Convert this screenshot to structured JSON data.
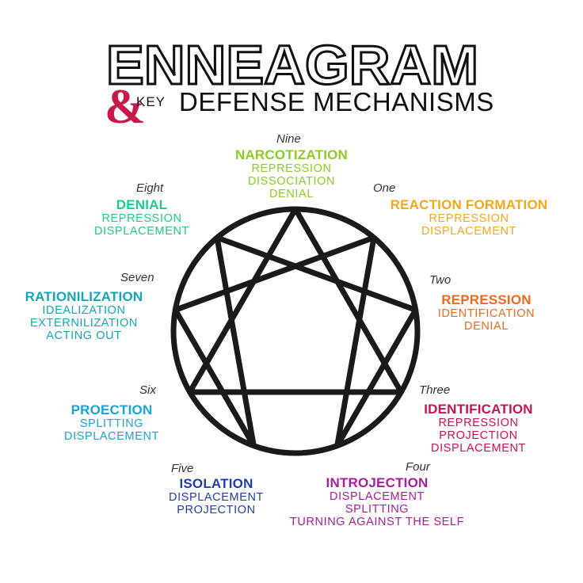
{
  "title": "ENNEAGRAM",
  "ampersand": "&",
  "key_label": "KEY",
  "subtitle": "DEFENSE MECHANISMS",
  "colors": {
    "title_outline": "#111111",
    "ampersand": "#c8194a",
    "figure": "#1a1a1a"
  },
  "types": [
    {
      "number": "Nine",
      "primary": "NARCOTIZATION",
      "secondary": [
        "REPRESSION",
        "DISSOCIATION",
        "DENIAL"
      ],
      "color": "#8ccc24"
    },
    {
      "number": "One",
      "primary": "REACTION FORMATION",
      "secondary": [
        "REPRESSION",
        "DISPLACEMENT"
      ],
      "color": "#f2a81d"
    },
    {
      "number": "Two",
      "primary": "REPRESSION",
      "secondary": [
        "IDENTIFICATION",
        "DENIAL"
      ],
      "color": "#ee6a1c"
    },
    {
      "number": "Three",
      "primary": "IDENTIFICATION",
      "secondary": [
        "REPRESSION",
        "PROJECTION",
        "DISPLACEMENT"
      ],
      "color": "#c5154f"
    },
    {
      "number": "Four",
      "primary": "INTROJECTION",
      "secondary": [
        "DISPLACEMENT",
        "SPLITTING",
        "TURNING AGAINST THE SELF"
      ],
      "color": "#a81d9b"
    },
    {
      "number": "Five",
      "primary": "ISOLATION",
      "secondary": [
        "DISPLACEMENT",
        "PROJECTION"
      ],
      "color": "#1f3fa6"
    },
    {
      "number": "Six",
      "primary": "PROECTION",
      "secondary": [
        "SPLITTING",
        "DISPLACEMENT"
      ],
      "color": "#1aa3d6"
    },
    {
      "number": "Seven",
      "primary": "RATIONILIZATION",
      "secondary": [
        "IDEALIZATION",
        "EXTERNILIZATION",
        "ACTING OUT"
      ],
      "color": "#15a6b6"
    },
    {
      "number": "Eight",
      "primary": "DENIAL",
      "secondary": [
        "REPRESSION",
        "DISPLACEMENT"
      ],
      "color": "#1fcb8a"
    }
  ]
}
